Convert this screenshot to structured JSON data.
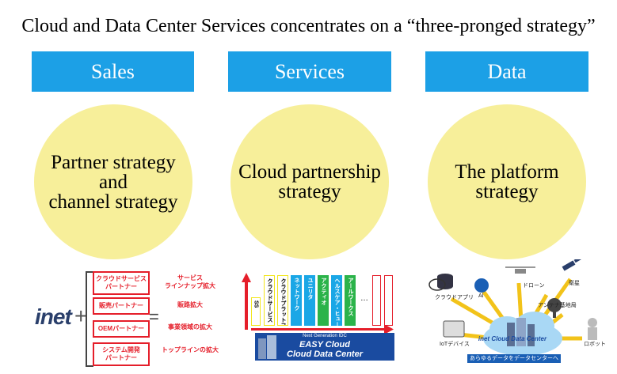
{
  "title": "Cloud and Data Center Services concentrates on a “three-pronged strategy”",
  "columns": [
    {
      "header": "Sales",
      "oval": "Partner strategy\nand\nchannel strategy"
    },
    {
      "header": "Services",
      "oval": "Cloud partnership\nstrategy"
    },
    {
      "header": "Data",
      "oval": "The platform\nstrategy"
    }
  ],
  "sales": {
    "logo": "inet",
    "plus": "+",
    "equals": "=",
    "partners": [
      "クラウドサービス\nパートナー",
      "販売パートナー",
      "OEMパートナー",
      "システム開発\nパートナー"
    ],
    "results": [
      "サービス\nラインナップ拡大",
      "販路拡大",
      "事業領域の拡大",
      "トップラインの拡大"
    ]
  },
  "services": {
    "columns": [
      "SS",
      "クラウドサービス",
      "クラウドプラットフォーム",
      "ネットワーク",
      "ユニリタ",
      "アクティオ",
      "ヘルスケア・ヒューマンダイナミクス",
      "アールワークス"
    ],
    "ellipsis": "…",
    "banner_small": "Next Generation IDC",
    "banner_line1": "EASY Cloud",
    "banner_line2": "Cloud Data Center",
    "colors": {
      "blue": "#1a4ba0",
      "cyan": "#1aa7e6",
      "green": "#2bb34a",
      "yellow": "#f2e61a",
      "red": "#e51e2a"
    }
  },
  "data": {
    "labels": {
      "cloud_app": "クラウドアプリ",
      "drone": "ドローン",
      "satellite": "衛星",
      "ai": "AI",
      "antenna": "アンテナ基地局",
      "iot": "IoTデバイス",
      "robot": "ロボット"
    },
    "banner": "inet Cloud Data Center",
    "banner_sub": "あらゆるデータをデータセンターへ"
  }
}
